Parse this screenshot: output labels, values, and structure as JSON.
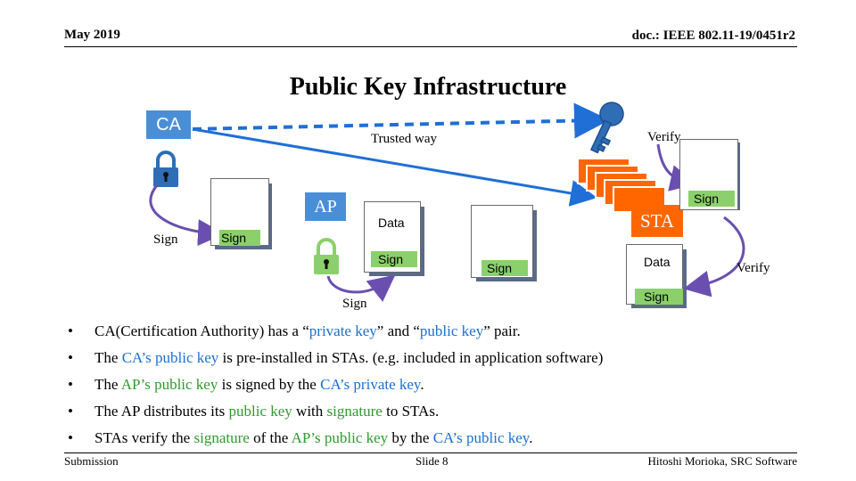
{
  "header": {
    "date": "May 2019",
    "doc": "doc.: IEEE 802.11-19/0451r2"
  },
  "title": "Public Key Infrastructure",
  "diagram": {
    "ca_label": "CA",
    "ap_label": "AP",
    "sta_label": "STA",
    "trusted_way": "Trusted way",
    "verify_top": "Verify",
    "verify_right": "Verify",
    "sign_ca_lock": "Sign",
    "sign_ap_card": "Sign",
    "sign_ap_lock": "Sign",
    "data_ap": "Data",
    "sign_ap_data": "Sign",
    "sign_key_green": "Sign",
    "sign_sta_card": "Sign",
    "data_sta": "Data",
    "sign_sta_data": "Sign"
  },
  "bullets": [
    {
      "parts": [
        {
          "t": "CA(Certification Authority) has a “",
          "c": ""
        },
        {
          "t": "private key",
          "c": "blue"
        },
        {
          "t": "” and “",
          "c": ""
        },
        {
          "t": "public key",
          "c": "blue"
        },
        {
          "t": "” pair.",
          "c": ""
        }
      ]
    },
    {
      "parts": [
        {
          "t": "The ",
          "c": ""
        },
        {
          "t": "CA’s public key",
          "c": "blue"
        },
        {
          "t": " is pre-installed in STAs. (e.g. included in application software)",
          "c": ""
        }
      ]
    },
    {
      "parts": [
        {
          "t": "The ",
          "c": ""
        },
        {
          "t": "AP’s public key",
          "c": "green"
        },
        {
          "t": " is signed by the ",
          "c": ""
        },
        {
          "t": "CA’s private key",
          "c": "blue"
        },
        {
          "t": ".",
          "c": ""
        }
      ]
    },
    {
      "parts": [
        {
          "t": "The AP distributes its ",
          "c": ""
        },
        {
          "t": "public key",
          "c": "green"
        },
        {
          "t": " with ",
          "c": ""
        },
        {
          "t": "signature",
          "c": "green"
        },
        {
          "t": " to STAs.",
          "c": ""
        }
      ]
    },
    {
      "parts": [
        {
          "t": "STAs verify the ",
          "c": ""
        },
        {
          "t": "signature",
          "c": "green"
        },
        {
          "t": " of the ",
          "c": ""
        },
        {
          "t": "AP’s public key",
          "c": "green"
        },
        {
          "t": " by the ",
          "c": ""
        },
        {
          "t": "CA’s public key",
          "c": "blue"
        },
        {
          "t": ".",
          "c": ""
        }
      ]
    }
  ],
  "footer": {
    "left": "Submission",
    "center": "Slide 8",
    "right": "Hitoshi Morioka, SRC Software"
  },
  "colors": {
    "ca_blue": "#4a8fd6",
    "sta_orange": "#ff6600",
    "green_key": "#8bd06b",
    "blue_key": "#2f6db5",
    "purple_arrow": "#6a4fb0"
  }
}
